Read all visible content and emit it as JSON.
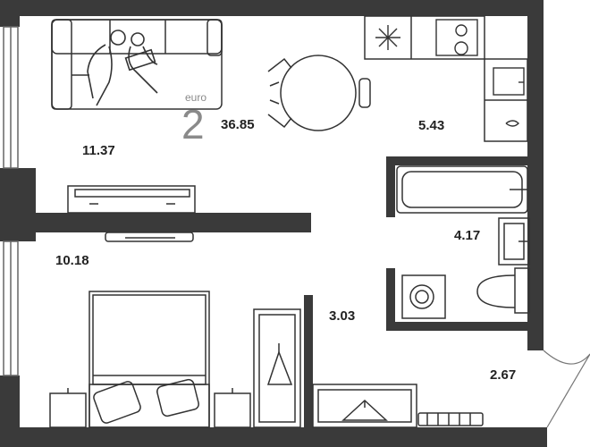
{
  "plan": {
    "type_label": "euro",
    "room_count": "2",
    "total_area": "36.85",
    "rooms": {
      "living": "11.37",
      "kitchen": "5.43",
      "bathroom": "4.17",
      "bedroom": "10.18",
      "hallway": "3.03",
      "entrance": "2.67"
    }
  }
}
